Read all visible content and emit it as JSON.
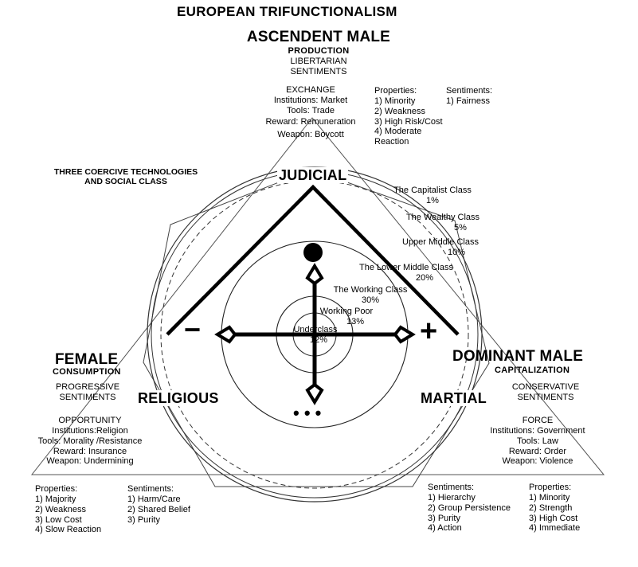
{
  "title": "EUROPEAN TRIFUNCTIONALISM",
  "top": {
    "heading": "ASCENDENT MALE",
    "function": "PRODUCTION",
    "sentiment_label": [
      "LIBERTARIAN",
      "SENTIMENTS"
    ],
    "institution_block": [
      "EXCHANGE",
      "Institutions: Market",
      "Tools: Trade",
      "Reward: Remuneration",
      "Weapon: Boycott"
    ],
    "properties": [
      "Properties:",
      "1) Minority",
      "2) Weakness",
      "3) High Risk/Cost",
      "4) Moderate",
      "Reaction"
    ],
    "sentiments": [
      "Sentiments:",
      "1) Fairness"
    ]
  },
  "coercive_label": [
    "THREE COERCIVE TECHNOLOGIES",
    "AND SOCIAL CLASS"
  ],
  "left": {
    "heading": "FEMALE",
    "function": "CONSUMPTION",
    "sentiment_label": [
      "PROGRESSIVE",
      "SENTIMENTS"
    ],
    "institution_block": [
      "OPPORTUNITY",
      "Institutions:Religion",
      "Tools: Morality /Resistance",
      "Reward: Insurance",
      "Weapon: Undermining"
    ],
    "properties": [
      "Properties:",
      "1) Majority",
      "2) Weakness",
      "3) Low Cost",
      "4) Slow Reaction"
    ],
    "sentiments": [
      "Sentiments:",
      "1) Harm/Care",
      "2) Shared Belief",
      "3) Purity"
    ]
  },
  "right": {
    "heading": "DOMINANT MALE",
    "function": "CAPITALIZATION",
    "sentiment_label": [
      "CONSERVATIVE",
      "SENTIMENTS"
    ],
    "institution_block": [
      "FORCE",
      "Institutions: Government",
      "Tools: Law",
      "Reward: Order",
      "Weapon: Violence"
    ],
    "sentiments": [
      "Sentiments:",
      "1) Hierarchy",
      "2) Group Persistence",
      "3) Purity",
      "4) Action"
    ],
    "properties": [
      "Properties:",
      "1) Minority",
      "2) Strength",
      "3) High Cost",
      "4) Immediate"
    ]
  },
  "vertices": {
    "judicial": "JUDICIAL",
    "religious": "RELIGIOUS",
    "martial": "MARTIAL"
  },
  "symbols": {
    "minus": "−",
    "plus": "+",
    "dots": "• • •"
  },
  "classes": [
    {
      "name": "The Capitalist Class",
      "pct": "1%"
    },
    {
      "name": "The Wealthy Class",
      "pct": "5%"
    },
    {
      "name": "Upper Middle Class",
      "pct": "10%"
    },
    {
      "name": "The Lower Middle Class",
      "pct": "20%"
    },
    {
      "name": "The Working Class",
      "pct": "30%"
    },
    {
      "name": "Working Poor",
      "pct": "13%"
    },
    {
      "name": "Underclass",
      "pct": "12%"
    }
  ]
}
